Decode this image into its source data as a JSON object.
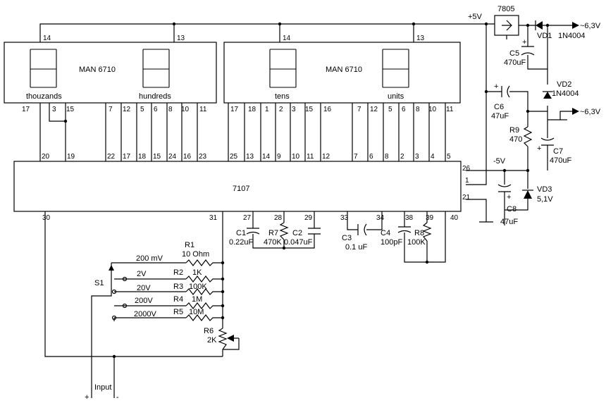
{
  "supply": {
    "plus5v": "+5V",
    "minus5v": "-5V",
    "ac_top": "~6,3V",
    "ac_bottom": "~6,3V"
  },
  "displays": [
    {
      "part": "MAN 6710",
      "digit_left": "thouzands",
      "digit_right": "hundreds",
      "pin_top_left": "14",
      "pin_top_right": "13",
      "pins": [
        "17",
        "3",
        "15",
        "7",
        "12",
        "5",
        "6",
        "8",
        "10",
        "11"
      ]
    },
    {
      "part": "MAN 6710",
      "digit_left": "tens",
      "digit_right": "units",
      "pin_top_left": "14",
      "pin_top_right": "13",
      "pins": [
        "17",
        "18",
        "1",
        "2",
        "3",
        "15",
        "16",
        "7",
        "12",
        "5",
        "6",
        "8",
        "10",
        "11"
      ]
    }
  ],
  "ic": {
    "name": "7107",
    "top_pins": [
      "20",
      "19",
      "22",
      "17",
      "18",
      "15",
      "24",
      "16",
      "23",
      "25",
      "13",
      "14",
      "9",
      "10",
      "11",
      "12",
      "7",
      "6",
      "8",
      "2",
      "3",
      "4",
      "5"
    ],
    "bottom_pins": [
      "30",
      "31",
      "27",
      "28",
      "29",
      "33",
      "34",
      "38",
      "39",
      "40"
    ],
    "right_pins": [
      "26",
      "1",
      "21"
    ]
  },
  "regulator": {
    "name": "7805"
  },
  "components": {
    "VD1": {
      "ref": "VD1",
      "value": "1N4004"
    },
    "VD2": {
      "ref": "VD2",
      "value": "1N4004"
    },
    "VD3": {
      "ref": "VD3",
      "value": "5,1V"
    },
    "C5": {
      "ref": "C5",
      "value": "470uF"
    },
    "C6": {
      "ref": "C6",
      "value": "47uF"
    },
    "C7": {
      "ref": "C7",
      "value": "470uF"
    },
    "C8": {
      "ref": "C8",
      "value": "47uF"
    },
    "R9": {
      "ref": "R9",
      "value": "470"
    },
    "C1": {
      "ref": "C1",
      "value": "0.22uF"
    },
    "R7": {
      "ref": "R7",
      "value": "470K"
    },
    "C2": {
      "ref": "C2",
      "value": "0.047uF"
    },
    "C3": {
      "ref": "C3",
      "value": "0.1 uF"
    },
    "C4": {
      "ref": "C4",
      "value": "100pF"
    },
    "R8": {
      "ref": "R8",
      "value": "100K"
    },
    "R1": {
      "ref": "R1",
      "value": "10 Ohm"
    },
    "R2": {
      "ref": "R2",
      "value": "1K"
    },
    "R3": {
      "ref": "R3",
      "value": "100K"
    },
    "R4": {
      "ref": "R4",
      "value": "1M"
    },
    "R5": {
      "ref": "R5",
      "value": "10M"
    },
    "R6": {
      "ref": "R6",
      "value": "2K"
    }
  },
  "switch": {
    "ref": "S1",
    "ranges": [
      "200 mV",
      "2V",
      "20V",
      "200V",
      "2000V"
    ]
  },
  "input": {
    "label": "Input",
    "plus": "+",
    "minus": "-"
  }
}
